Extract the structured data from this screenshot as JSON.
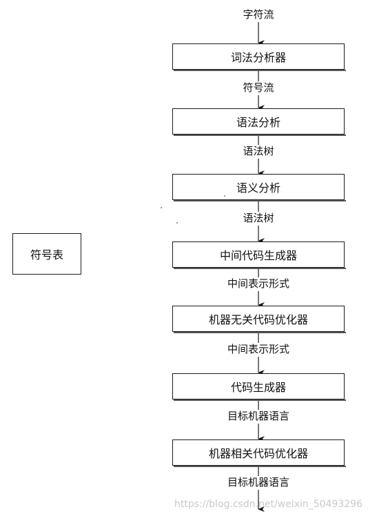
{
  "flow": [
    {
      "kind": "label",
      "text": "字符流"
    },
    {
      "kind": "box",
      "text": "词法分析器"
    },
    {
      "kind": "label",
      "text": "符号流"
    },
    {
      "kind": "box",
      "text": "语法分析"
    },
    {
      "kind": "label",
      "text": "语法树"
    },
    {
      "kind": "box",
      "text": "语义分析"
    },
    {
      "kind": "label",
      "text": "语法树"
    },
    {
      "kind": "box",
      "text": "中间代码生成器"
    },
    {
      "kind": "label",
      "text": "中间表示形式"
    },
    {
      "kind": "box",
      "text": "机器无关代码优化器"
    },
    {
      "kind": "label",
      "text": "中间表示形式"
    },
    {
      "kind": "box",
      "text": "代码生成器"
    },
    {
      "kind": "label",
      "text": "目标机器语言"
    },
    {
      "kind": "box",
      "text": "机器相关代码优化器"
    },
    {
      "kind": "label",
      "text": "目标机器语言"
    }
  ],
  "side_box": {
    "text": "符号表"
  },
  "watermark": "https://blog.csdn.net/weixin_50493296"
}
